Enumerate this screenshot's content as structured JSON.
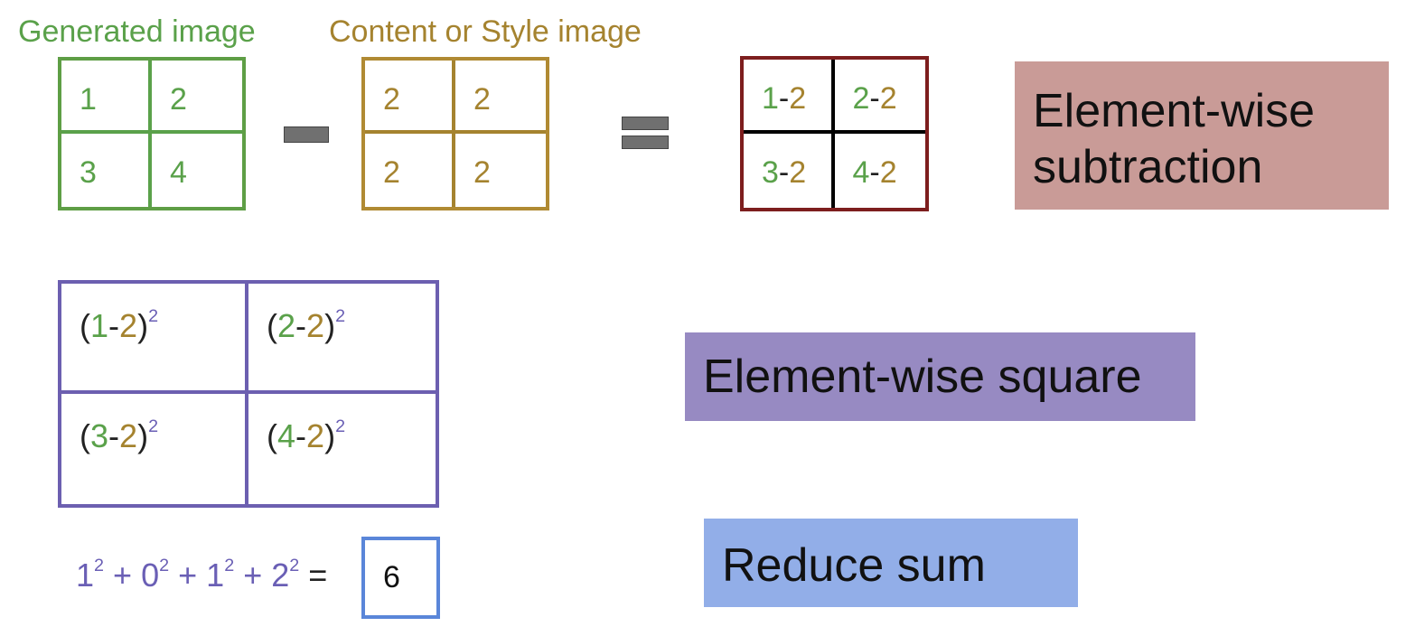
{
  "titles": {
    "generated": "Generated image",
    "content_style": "Content or Style image"
  },
  "generated_matrix": [
    "1",
    "2",
    "3",
    "4"
  ],
  "content_matrix": [
    "2",
    "2",
    "2",
    "2"
  ],
  "difference_matrix": [
    {
      "a": "1",
      "op": "-",
      "b": "2"
    },
    {
      "a": "2",
      "op": "-",
      "b": "2"
    },
    {
      "a": "3",
      "op": "-",
      "b": "2"
    },
    {
      "a": "4",
      "op": "-",
      "b": "2"
    }
  ],
  "square_matrix": [
    {
      "open": "(",
      "a": "1",
      "op": "-",
      "b": "2",
      "close": ")",
      "exp": "2"
    },
    {
      "open": "(",
      "a": "2",
      "op": "-",
      "b": "2",
      "close": ")",
      "exp": "2"
    },
    {
      "open": "(",
      "a": "3",
      "op": "-",
      "b": "2",
      "close": ")",
      "exp": "2"
    },
    {
      "open": "(",
      "a": "4",
      "op": "-",
      "b": "2",
      "close": ")",
      "exp": "2"
    }
  ],
  "sum_equation": {
    "terms": [
      {
        "base": "1",
        "exp": "2"
      },
      {
        "base": "0",
        "exp": "2"
      },
      {
        "base": "1",
        "exp": "2"
      },
      {
        "base": "2",
        "exp": "2"
      }
    ],
    "plus": " + ",
    "equals": " =",
    "result": "6"
  },
  "labels": {
    "subtraction_line1": "Element-wise",
    "subtraction_line2": "subtraction",
    "square": "Element-wise square",
    "reduce_sum": "Reduce sum"
  },
  "colors": {
    "generated": "#5e9e45",
    "content_style": "#b08a33",
    "result_border": "#7d1e1e",
    "square_border": "#6c5fb0",
    "sum_border": "#5a86d9",
    "subtraction_label_bg": "#c99b97",
    "square_label_bg": "#978ac2",
    "reduce_sum_label_bg": "#92aee8"
  }
}
